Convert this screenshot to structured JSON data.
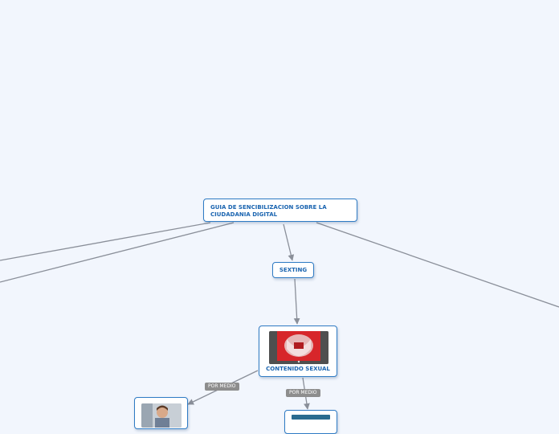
{
  "diagram": {
    "nodes": {
      "root": {
        "label": "GUIA DE SENCIBILIZACION SOBRE LA CIUDADANIA DIGITAL"
      },
      "sexting": {
        "label": "SEXTING"
      },
      "contenido": {
        "label": "CONTENIDO SEXUAL",
        "image": "video-thumbnail-image"
      },
      "left_child": {
        "label": "",
        "image": "person-photo-image"
      },
      "right_child": {
        "label": "",
        "image": "screen-image"
      }
    },
    "edge_labels": {
      "left": "POR MEDIO",
      "right": "POR MEDIO"
    },
    "edges": [
      {
        "from": "root",
        "to": "offscreen-left-1"
      },
      {
        "from": "root",
        "to": "offscreen-left-2"
      },
      {
        "from": "root",
        "to": "offscreen-right"
      },
      {
        "from": "root",
        "to": "sexting"
      },
      {
        "from": "sexting",
        "to": "contenido"
      },
      {
        "from": "contenido",
        "to": "left_child",
        "label": "POR MEDIO"
      },
      {
        "from": "contenido",
        "to": "right_child",
        "label": "POR MEDIO"
      }
    ]
  },
  "colors": {
    "background": "#f2f6fd",
    "node_border": "#2f7bc4",
    "node_text": "#1a64b0",
    "edge": "#8a8f99",
    "edge_label_bg": "#8d8d8d"
  }
}
